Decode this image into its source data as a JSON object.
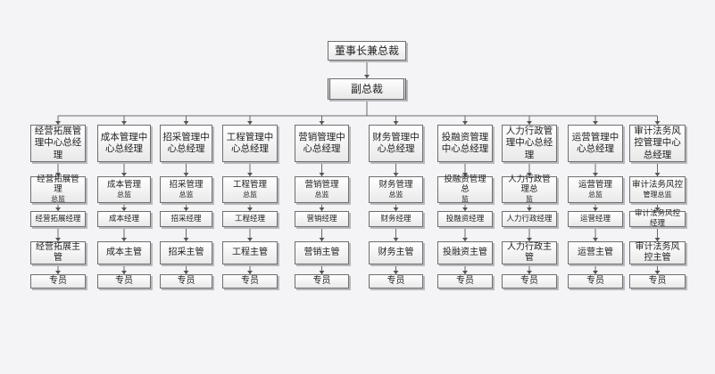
{
  "root": "董事长兼总裁",
  "vp": "副总裁",
  "staff_label": "专员",
  "columns": [
    {
      "dept": "经营拓展管理中心总经理",
      "director": "经营拓展管理",
      "director_sub": "总监",
      "manager": "经营拓展经理",
      "supervisor": "经营拓展主管"
    },
    {
      "dept": "成本管理中心总经理",
      "director": "成本管理",
      "director_sub": "总监",
      "manager": "成本经理",
      "supervisor": "成本主管"
    },
    {
      "dept": "招采管理中心总经理",
      "director": "招采管理",
      "director_sub": "总监",
      "manager": "招采经理",
      "supervisor": "招采主管"
    },
    {
      "dept": "工程管理中心总经理",
      "director": "工程管理",
      "director_sub": "总监",
      "manager": "工程经理",
      "supervisor": "工程主管"
    },
    {
      "dept": "营销管理中心总经理",
      "director": "营销管理",
      "director_sub": "总监",
      "manager": "营销经理",
      "supervisor": "营销主管"
    },
    {
      "dept": "财务管理中心总经理",
      "director": "财务管理",
      "director_sub": "总监",
      "manager": "财务经理",
      "supervisor": "财务主管"
    },
    {
      "dept": "投融资管理中心总经理",
      "director": "投融资管理总",
      "director_sub": "监",
      "manager": "投融资经理",
      "supervisor": "投融资主管"
    },
    {
      "dept": "人力行政管理中心总经理",
      "director": "人力行政管理总",
      "director_sub": "监",
      "manager": "人力行政经理",
      "supervisor": "人力行政主管"
    },
    {
      "dept": "运营管理中心总经理",
      "director": "运营管理",
      "director_sub": "总监",
      "manager": "运营经理",
      "supervisor": "运营主管"
    },
    {
      "dept": "审计法务风控管理中心总经理",
      "director": "审计法务风控",
      "director_sub": "管理总监",
      "manager": "审计法务风控经理",
      "supervisor": "审计法务风控主管"
    }
  ]
}
